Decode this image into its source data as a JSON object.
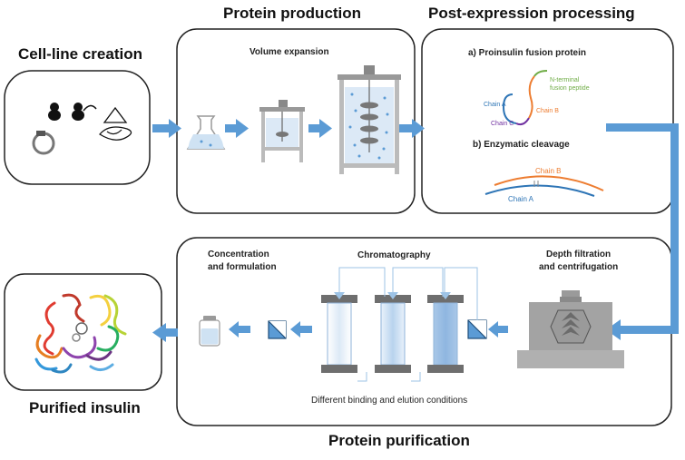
{
  "titles": {
    "cell_line": "Cell-line creation",
    "protein_production": "Protein production",
    "post_expression": "Post-expression processing",
    "purified": "Purified insulin",
    "purification": "Protein purification"
  },
  "production": {
    "volume_expansion": "Volume expansion"
  },
  "post": {
    "a_label": "a) Proinsulin fusion protein",
    "b_label": "b) Enzymatic cleavage",
    "chain_a": "Chain A",
    "chain_b": "Chain B",
    "chain_c": "Chain C",
    "n_terminal_1": "N-terminal",
    "n_terminal_2": "fusion peptide",
    "cleave_chain_a": "Chain A",
    "cleave_chain_b": "Chain B"
  },
  "purification": {
    "concentration_1": "Concentration",
    "concentration_2": "and formulation",
    "chromatography": "Chromatography",
    "depth_1": "Depth filtration",
    "depth_2": "and centrifugation",
    "conditions": "Different binding and elution conditions"
  },
  "colors": {
    "arrow": "#5b9bd5",
    "chain_a": "#2e75b6",
    "chain_b": "#ed7d31",
    "chain_c": "#7030a0",
    "n_terminal": "#70ad47"
  }
}
